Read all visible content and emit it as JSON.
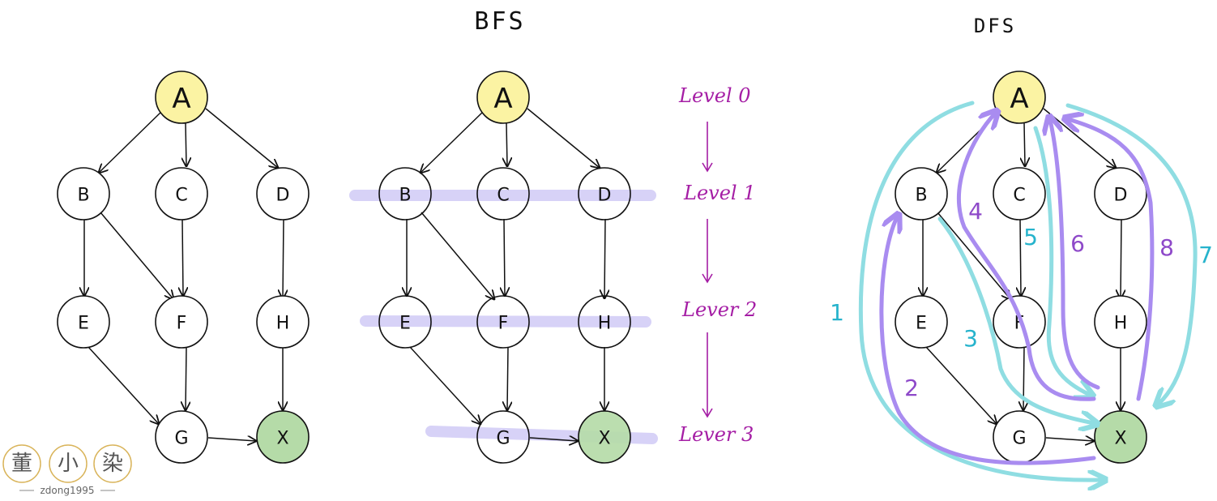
{
  "titles": {
    "bfs": "BFS",
    "dfs": "DFS"
  },
  "nodes": {
    "A": "A",
    "B": "B",
    "C": "C",
    "D": "D",
    "E": "E",
    "F": "F",
    "H": "H",
    "G": "G",
    "X": "X"
  },
  "levels": [
    "Level 0",
    "Level 1",
    "Lever 2",
    "Lever 3"
  ],
  "dfs_steps": [
    "1",
    "2",
    "3",
    "4",
    "5",
    "6",
    "7",
    "8"
  ],
  "watermark": {
    "chars": [
      "董",
      "小",
      "染"
    ],
    "handle": "zdong1995"
  },
  "colors": {
    "start_node": "#fbf3a3",
    "target_node": "#b5dba8",
    "level_band": "#d7d2f7",
    "level_text": "#a51ea5",
    "dfs_purple": "#a98cf0",
    "dfs_cyan": "#8fdde2"
  }
}
